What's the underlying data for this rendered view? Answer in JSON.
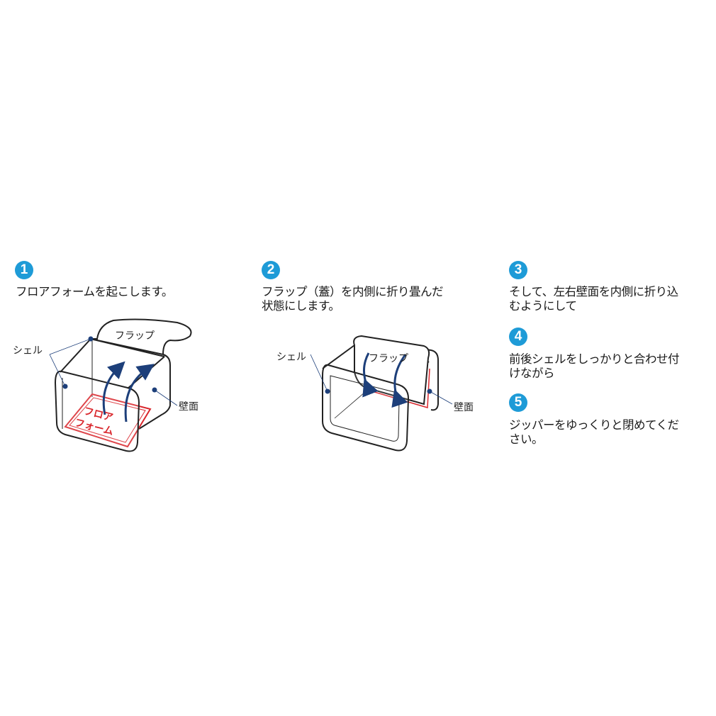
{
  "colors": {
    "badge": "#1e9bd7",
    "accent_red": "#d9262c",
    "arrow_blue": "#1d3f7a"
  },
  "steps": [
    {
      "number": "1",
      "lines": [
        "フロアフォームを起こします。"
      ]
    },
    {
      "number": "2",
      "lines": [
        "フラップ（蓋）を内側に折り畳んだ",
        "状態にします。"
      ]
    },
    {
      "number": "3",
      "lines": [
        "そして、左右壁面を内側に折り込",
        "むようにして"
      ]
    },
    {
      "number": "4",
      "lines": [
        "前後シェルをしっかりと合わせ付",
        "けながら"
      ]
    },
    {
      "number": "5",
      "lines": [
        "ジッパーをゆっくりと閉めてくだ",
        "さい。"
      ]
    }
  ],
  "diagram1": {
    "shell_label": "シェル",
    "flap_label": "フラップ",
    "wall_label": "壁面",
    "floor_label_1": "フロア",
    "floor_label_2": "フォーム"
  },
  "diagram2": {
    "shell_label": "シェル",
    "flap_label": "フラップ",
    "wall_label": "壁面"
  }
}
